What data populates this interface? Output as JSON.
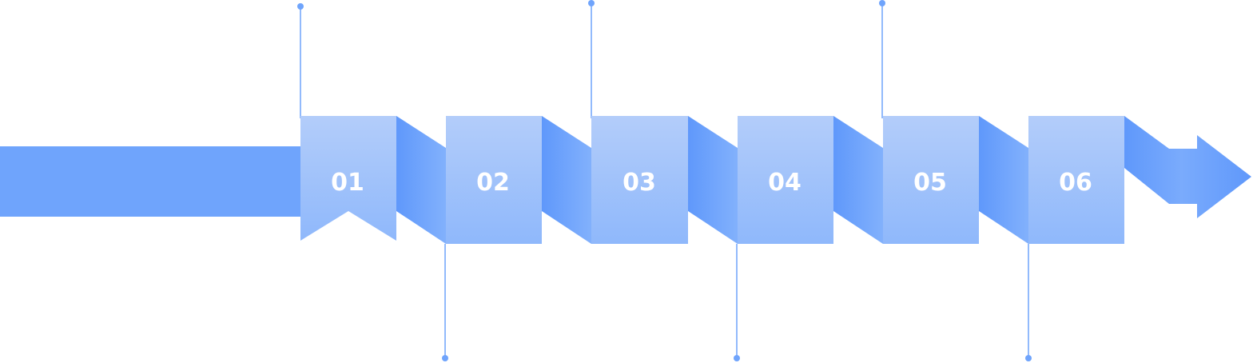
{
  "diagram": {
    "steps": [
      {
        "number": "01"
      },
      {
        "number": "02"
      },
      {
        "number": "03"
      },
      {
        "number": "04"
      },
      {
        "number": "05"
      },
      {
        "number": "06"
      }
    ]
  },
  "colors": {
    "arrow_blue": "#6fa4fc",
    "fold_dark": "#5f98fb",
    "fold_light": "#82b1fc",
    "card_top": "#b3cdfa",
    "card_bottom": "#8fb8fb",
    "connector": "#6fa4fc",
    "number_text": "#ffffff"
  }
}
